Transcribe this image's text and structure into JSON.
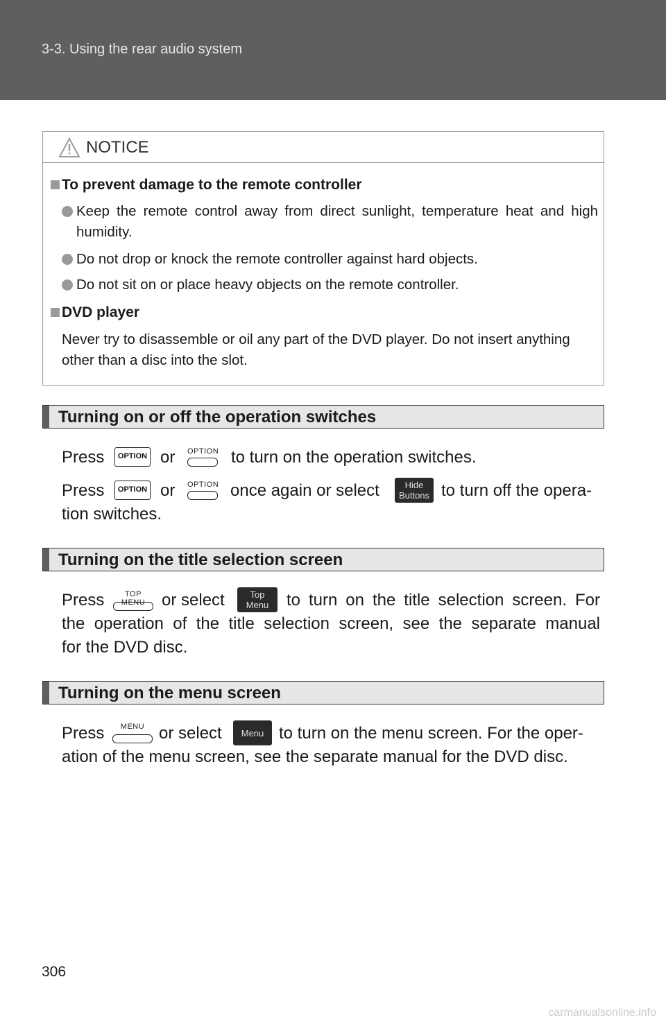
{
  "header": {
    "section": "3-3. Using the rear audio system"
  },
  "notice": {
    "title": "NOTICE",
    "block1": {
      "heading": "To prevent damage to the remote controller",
      "bullets": [
        "Keep the remote control away from direct sunlight, temperature heat and high humidity.",
        "Do not drop or knock the remote controller against hard objects.",
        "Do not sit on or place heavy objects on the remote controller."
      ]
    },
    "block2": {
      "heading": "DVD player",
      "text": "Never try to disassemble or oil any part of the DVD player. Do not insert anything other than a disc into the slot."
    }
  },
  "sections": {
    "operation_switches": {
      "title": "Turning on or off the operation switches",
      "line1_a": "Press",
      "line1_or": "or",
      "line1_b": "to turn on the operation switches.",
      "line2_a": "Press",
      "line2_or": "or",
      "line2_b": "once again or select",
      "line2_c": "to turn off the opera-",
      "line3": "tion switches."
    },
    "title_selection": {
      "title": "Turning on the title selection screen",
      "line1_a": "Press",
      "line1_b": "or select",
      "line1_c": "to turn on the title selection screen. For",
      "line2": "the operation of the title selection screen, see the separate manual",
      "line3": "for the DVD disc."
    },
    "menu_screen": {
      "title": "Turning on the menu screen",
      "line1_a": "Press",
      "line1_b": "or select",
      "line1_c": "to turn on the menu screen. For the oper-",
      "line2": "ation of the menu screen, see the separate manual for the DVD disc."
    }
  },
  "buttons": {
    "option_panel": "OPTION",
    "option_remote": "OPTION",
    "top_menu_remote": "TOP MENU",
    "menu_remote": "MENU",
    "hide_buttons_1": "Hide",
    "hide_buttons_2": "Buttons",
    "top_menu_1": "Top",
    "top_menu_2": "Menu",
    "menu_screen": "Menu"
  },
  "page_number": "306",
  "watermark": "carmanualsonline.info"
}
